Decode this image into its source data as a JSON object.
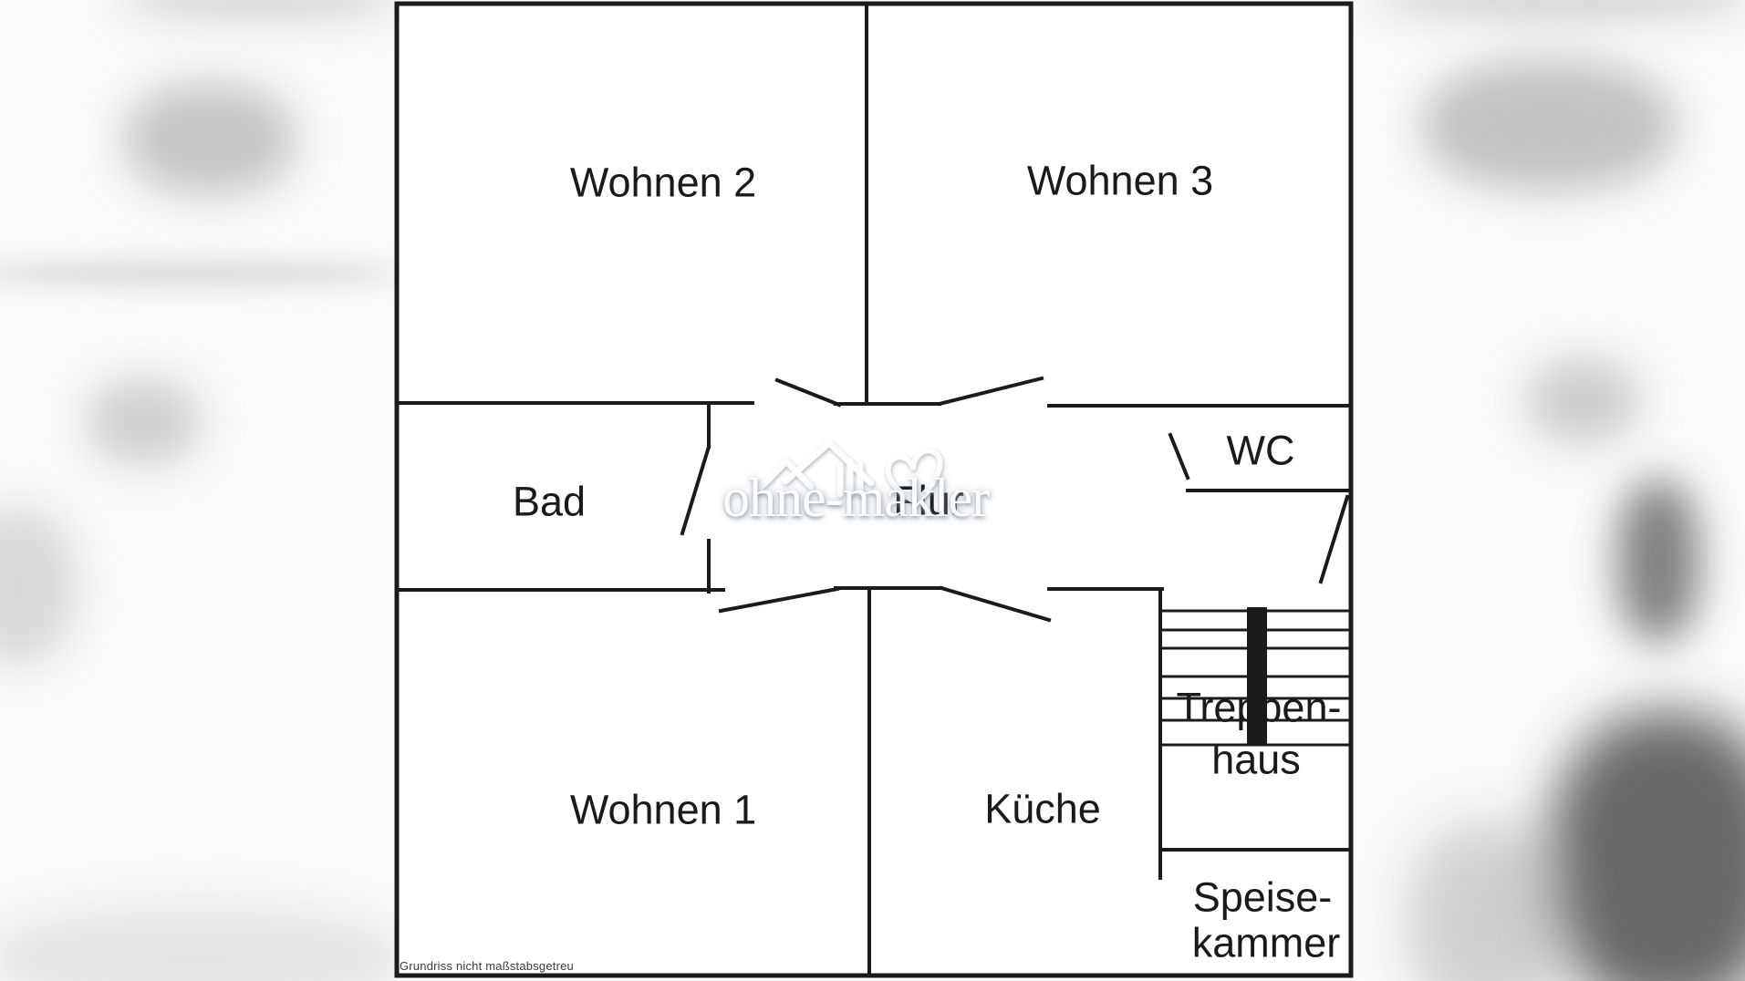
{
  "floorplan": {
    "rooms": {
      "wohnen2": {
        "label": "Wohnen 2"
      },
      "wohnen3": {
        "label": "Wohnen 3"
      },
      "bad": {
        "label": "Bad"
      },
      "flur": {
        "label": "Flur"
      },
      "wc": {
        "label": "WC"
      },
      "wohnen1": {
        "label": "Wohnen 1"
      },
      "kueche": {
        "label": "Küche"
      },
      "treppenhaus": {
        "line1": "Treppen-",
        "line2": "haus"
      },
      "speisekammer": {
        "line1": "Speise-",
        "line2": "kammer"
      }
    },
    "disclaimer": "Grundriss nicht maßstabsgetreu",
    "colors": {
      "wall": "#1b1b1b",
      "floor": "#ffffff"
    }
  },
  "watermark": {
    "text": "ohne-makler",
    "icons": [
      "house-icon",
      "heart-icon"
    ],
    "color": "#ffffff"
  }
}
